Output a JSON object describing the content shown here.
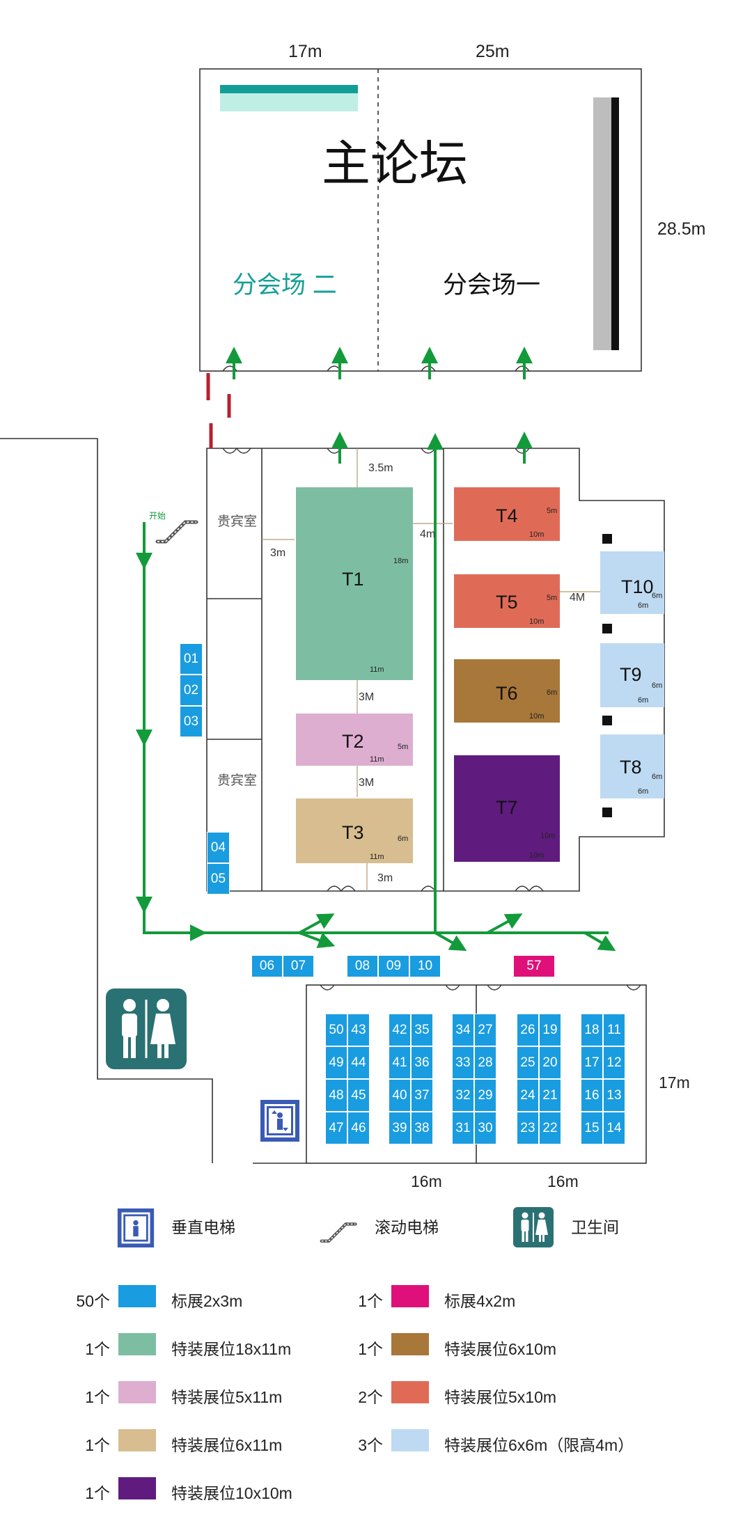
{
  "hall": {
    "width_top_left": "17m",
    "width_top_right": "25m",
    "depth_right": "28.5m",
    "main_forum": "主论坛",
    "sub_venue_two": "分会场 二",
    "sub_venue_one": "分会场一"
  },
  "rooms": {
    "vip_top": "贵宾室",
    "vip_bottom": "贵宾室",
    "start": "开始"
  },
  "gaps": {
    "g35": "3.5m",
    "g3m_left": "3m",
    "g4m": "4m",
    "g4M": "4M",
    "g3M_a": "3M",
    "g3M_b": "3M",
    "g3m_bottom": "3m"
  },
  "special_booths": {
    "T1": {
      "label": "T1",
      "w": "11m",
      "h": "18m",
      "color": "#7dbea3"
    },
    "T2": {
      "label": "T2",
      "w": "11m",
      "h": "5m",
      "color": "#ddaed0"
    },
    "T3": {
      "label": "T3",
      "w": "11m",
      "h": "6m",
      "color": "#d7bd8f"
    },
    "T4": {
      "label": "T4",
      "w": "10m",
      "h": "5m",
      "color": "#df6b57"
    },
    "T5": {
      "label": "T5",
      "w": "10m",
      "h": "5m",
      "color": "#df6b57"
    },
    "T6": {
      "label": "T6",
      "w": "10m",
      "h": "6m",
      "color": "#a8773a"
    },
    "T7": {
      "label": "T7",
      "w": "10m",
      "h": "10m",
      "color": "#5f1b7e"
    },
    "T8": {
      "label": "T8",
      "w": "6m",
      "h": "6m",
      "color": "#bedaf2"
    },
    "T9": {
      "label": "T9",
      "w": "6m",
      "h": "6m",
      "color": "#bedaf2"
    },
    "T10": {
      "label": "T10",
      "w": "6m",
      "h": "6m",
      "color": "#bedaf2"
    }
  },
  "standard_booths": {
    "left": [
      "01",
      "02",
      "03",
      "04",
      "05"
    ],
    "row": [
      "06",
      "07",
      "08",
      "09",
      "10"
    ],
    "special_57": "57",
    "grid_cols": [
      [
        "50",
        "49",
        "48",
        "47"
      ],
      [
        "43",
        "44",
        "45",
        "46"
      ],
      [
        "42",
        "41",
        "40",
        "39"
      ],
      [
        "35",
        "36",
        "37",
        "38"
      ],
      [
        "34",
        "33",
        "32",
        "31"
      ],
      [
        "27",
        "28",
        "29",
        "30"
      ],
      [
        "26",
        "25",
        "24",
        "23"
      ],
      [
        "19",
        "20",
        "21",
        "22"
      ],
      [
        "18",
        "17",
        "16",
        "15"
      ],
      [
        "11",
        "12",
        "13",
        "14"
      ]
    ],
    "color": "#1a9ce0",
    "color_57": "#e0107a"
  },
  "lower_hall": {
    "width_left": "16m",
    "width_right": "16m",
    "depth": "17m"
  },
  "legend": {
    "elevator": "垂直电梯",
    "escalator": "滚动电梯",
    "restroom": "卫生间",
    "items": [
      {
        "count": "50个",
        "label": "标展2x3m",
        "color": "#1a9ce0"
      },
      {
        "count": "1个",
        "label": "标展4x2m",
        "color": "#e0107a"
      },
      {
        "count": "1个",
        "label": "特装展位18x11m",
        "color": "#7dbea3"
      },
      {
        "count": "1个",
        "label": "特装展位6x10m",
        "color": "#a8773a"
      },
      {
        "count": "1个",
        "label": "特装展位5x11m",
        "color": "#ddaed0"
      },
      {
        "count": "2个",
        "label": "特装展位5x10m",
        "color": "#df6b57"
      },
      {
        "count": "1个",
        "label": "特装展位6x11m",
        "color": "#d7bd8f"
      },
      {
        "count": "3个",
        "label": "特装展位6x6m（限高4m）",
        "color": "#bedaf2"
      },
      {
        "count": "1个",
        "label": "特装展位10x10m",
        "color": "#5f1b7e"
      }
    ]
  }
}
